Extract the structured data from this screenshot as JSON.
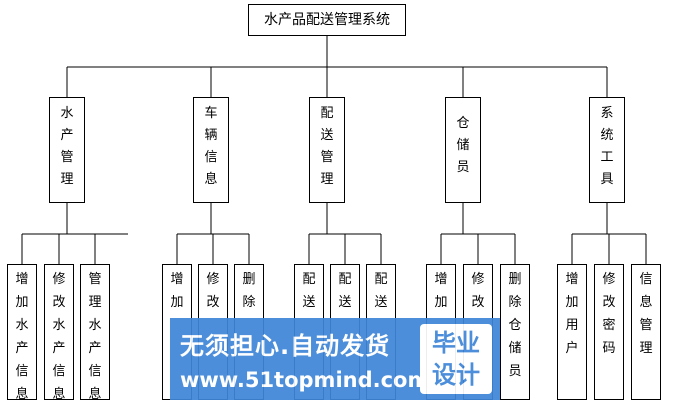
{
  "root": "水产品配送管理系统",
  "categories": [
    {
      "label": "水产管理",
      "children": [
        "增加水产信息",
        "修改水产信息",
        "管理水产信息"
      ]
    },
    {
      "label": "车辆信息",
      "children": [
        "增加",
        "修改",
        "删除"
      ]
    },
    {
      "label": "配送管理",
      "children": [
        "配送",
        "配送",
        "配送"
      ]
    },
    {
      "label": "仓储员",
      "children": [
        "增加",
        "修改",
        "删除仓储员"
      ]
    },
    {
      "label": "系统工具",
      "children": [
        "增加用户",
        "修改密码",
        "信息管理"
      ]
    }
  ],
  "watermark": {
    "text": "无须担心.自动发货",
    "url": "www.51topmind.com",
    "badge": "毕业设计",
    "color": "#3f86d8"
  }
}
